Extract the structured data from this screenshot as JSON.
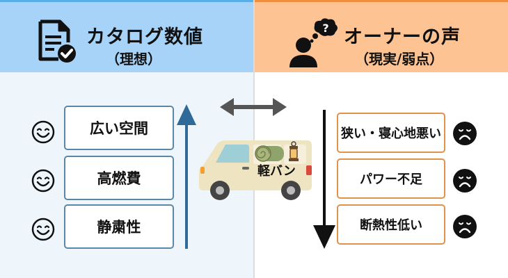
{
  "left": {
    "title": "カタログ数値",
    "subtitle": "（理想）",
    "icon": "document-check-icon",
    "accent": "#5aaee8",
    "items": [
      {
        "label": "広い空間",
        "icon": "smile-face-icon"
      },
      {
        "label": "高燃費",
        "icon": "smile-face-icon"
      },
      {
        "label": "静粛性",
        "icon": "smile-face-icon"
      }
    ],
    "arrow": "up-arrow-icon"
  },
  "right": {
    "title": "オーナーの声",
    "subtitle": "（現実/弱点）",
    "icon": "thinking-person-icon",
    "accent": "#ef8f3e",
    "items": [
      {
        "label": "狭い・寝心地悪い",
        "icon": "sad-face-icon"
      },
      {
        "label": "パワー不足",
        "icon": "sad-face-icon"
      },
      {
        "label": "断熱性低い",
        "icon": "sad-face-icon"
      }
    ],
    "arrow": "down-arrow-icon"
  },
  "center": {
    "vehicle_label": "軽バン",
    "vehicle_icon": "kei-van-icon",
    "compare_icon": "double-arrow-icon",
    "question_mark": "?"
  }
}
